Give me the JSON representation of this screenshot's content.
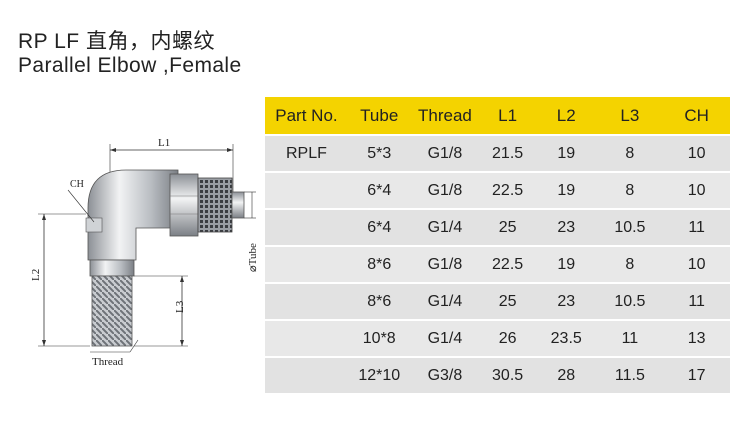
{
  "title": {
    "line1": "RP LF 直角，内螺纹",
    "line2": "Parallel Elbow ,Female"
  },
  "drawing": {
    "labels": {
      "l1": "L1",
      "ch": "CH",
      "l2": "L2",
      "l3": "L3",
      "tube": "⌀Tube",
      "thread": "Thread"
    }
  },
  "table": {
    "headers": [
      "Part No.",
      "Tube",
      "Thread",
      "L1",
      "L2",
      "L3",
      "CH"
    ],
    "rows": [
      [
        "RPLF",
        "5*3",
        "G1/8",
        "21.5",
        "19",
        "8",
        "10"
      ],
      [
        "",
        "6*4",
        "G1/8",
        "22.5",
        "19",
        "8",
        "10"
      ],
      [
        "",
        "6*4",
        "G1/4",
        "25",
        "23",
        "10.5",
        "11"
      ],
      [
        "",
        "8*6",
        "G1/8",
        "22.5",
        "19",
        "8",
        "10"
      ],
      [
        "",
        "8*6",
        "G1/4",
        "25",
        "23",
        "10.5",
        "11"
      ],
      [
        "",
        "10*8",
        "G1/4",
        "26",
        "23.5",
        "11",
        "13"
      ],
      [
        "",
        "12*10",
        "G3/8",
        "30.5",
        "28",
        "11.5",
        "17"
      ]
    ]
  },
  "colors": {
    "header_bg": "#f4d300",
    "row_bg": "#e8e8e8",
    "metal": "#bfc3c7"
  }
}
